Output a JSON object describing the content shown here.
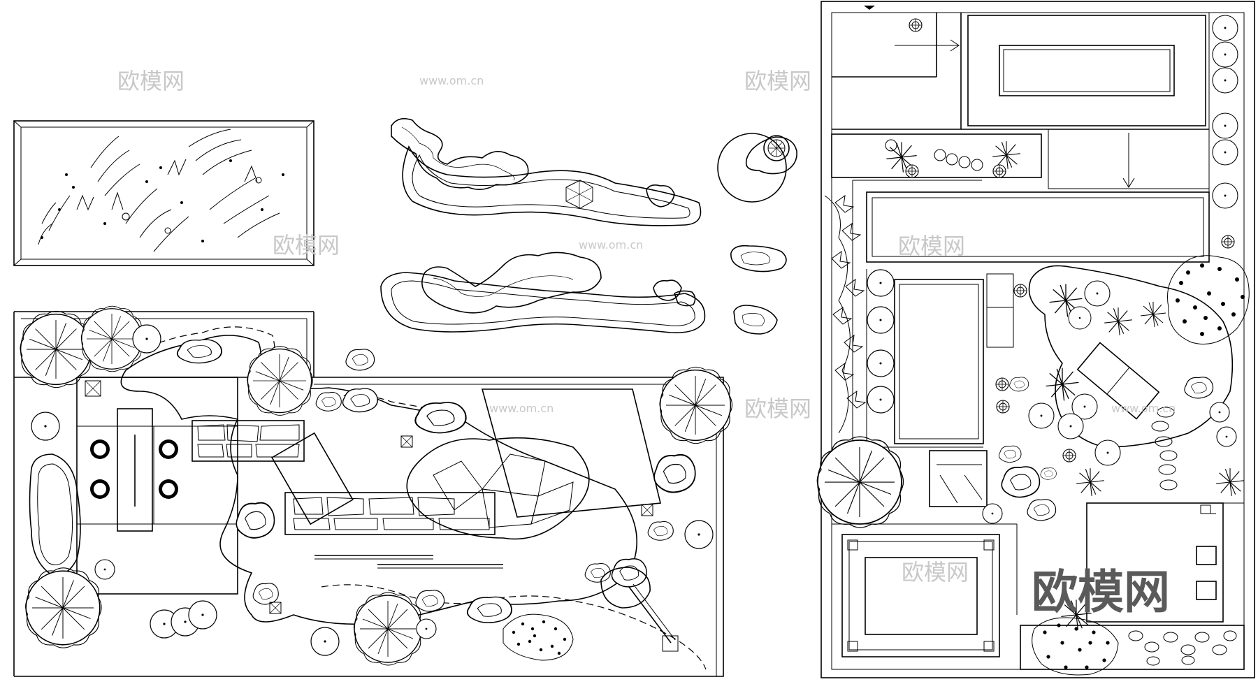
{
  "watermarks": {
    "brand": "欧模网",
    "url": "www.om.cn",
    "brand_big": "欧模网"
  },
  "colors": {
    "line": "#000000",
    "background": "#ffffff",
    "watermark": "#c8c8c8"
  }
}
